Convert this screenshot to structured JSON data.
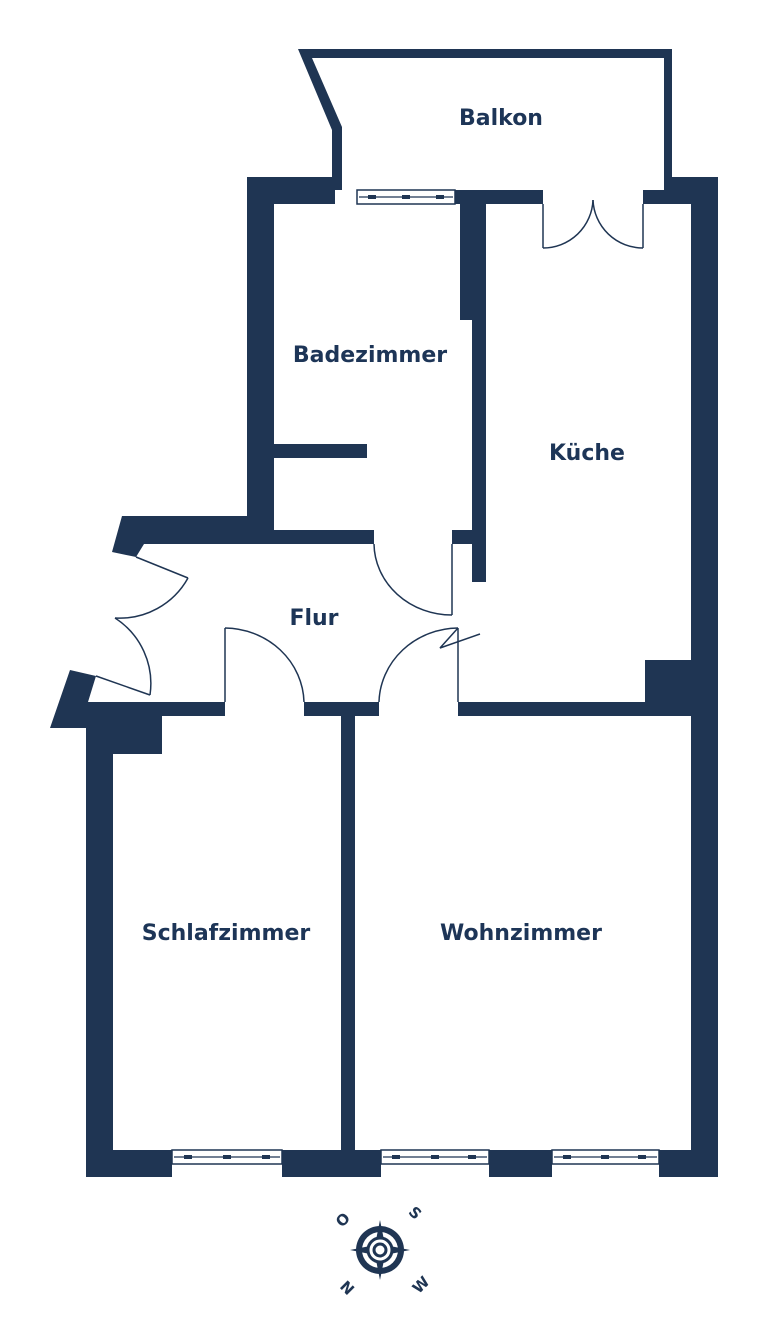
{
  "rooms": {
    "balkon": "Balkon",
    "badezimmer": "Badezimmer",
    "kueche": "Küche",
    "flur": "Flur",
    "schlafzimmer": "Schlafzimmer",
    "wohnzimmer": "Wohnzimmer"
  },
  "compass": {
    "o": "O",
    "s": "S",
    "w": "W",
    "n": "N"
  },
  "colors": {
    "wall": "#1f3553",
    "label": "#1d3557",
    "background": "#ffffff"
  },
  "icons": [
    "compass-rose-icon"
  ]
}
